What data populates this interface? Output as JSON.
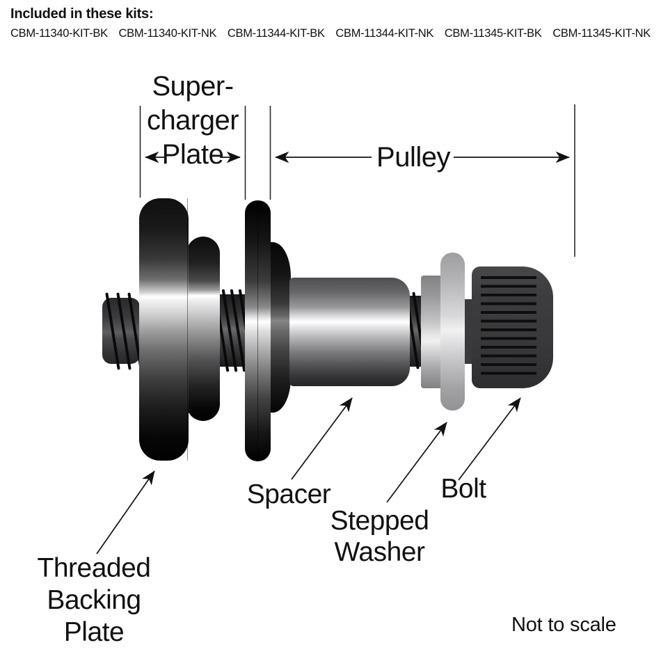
{
  "header": {
    "title": "Included in these kits:",
    "kits": [
      "CBM-11340-KIT-BK",
      "CBM-11340-KIT-NK",
      "CBM-11344-KIT-BK",
      "CBM-11344-KIT-NK",
      "CBM-11345-KIT-BK",
      "CBM-11345-KIT-NK"
    ]
  },
  "diagram": {
    "dimensions": {
      "supercharger_plate": {
        "lines": [
          "Super-",
          "charger",
          "Plate"
        ]
      },
      "pulley": {
        "label": "Pulley"
      }
    },
    "callouts": {
      "spacer": "Spacer",
      "stepped_washer": {
        "lines": [
          "Stepped",
          "Washer"
        ]
      },
      "bolt": "Bolt",
      "threaded_backing_plate": {
        "lines": [
          "Threaded",
          "Backing",
          "Plate"
        ]
      }
    },
    "footnote": "Not to scale",
    "colors": {
      "ink": "#111111",
      "metal_dark": "#3a3a3c",
      "washer_gray": "#b2b2b4",
      "background": "#ffffff"
    }
  }
}
